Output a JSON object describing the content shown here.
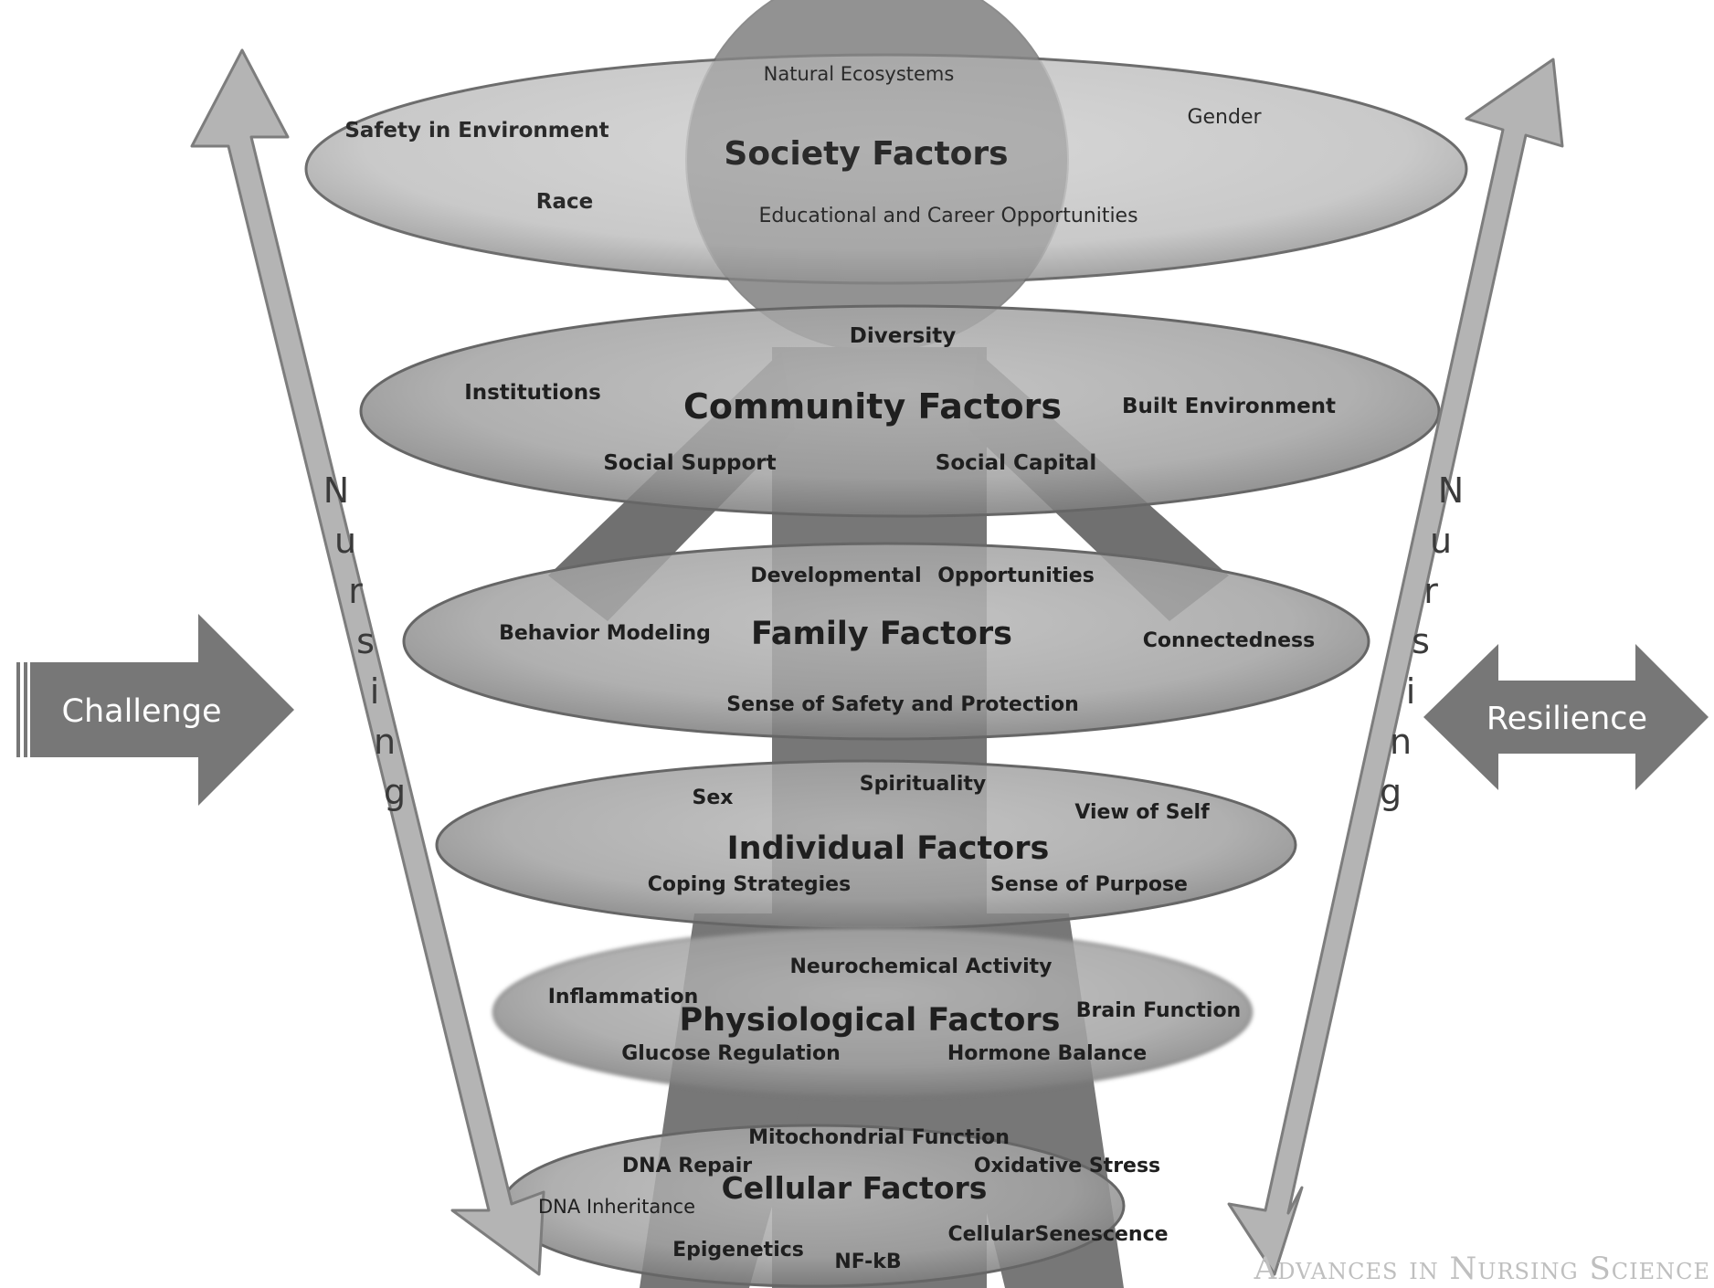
{
  "society": {
    "title": "Society Factors",
    "items": [
      "Natural Ecosystems",
      "Safety in Environment",
      "Gender",
      "Race",
      "Educational and Career Opportunities"
    ]
  },
  "community": {
    "title": "Community Factors",
    "items": [
      "Diversity",
      "Institutions",
      "Built Environment",
      "Social Support",
      "Social Capital"
    ]
  },
  "family": {
    "title": "Family Factors",
    "items": [
      "Developmental",
      "Opportunities",
      "Behavior Modeling",
      "Connectedness",
      "Sense of  Safety and Protection"
    ]
  },
  "individual": {
    "title": "Individual Factors",
    "items": [
      "Sex",
      "Spirituality",
      "View of Self",
      "Coping Strategies",
      "Sense of Purpose"
    ]
  },
  "physiological": {
    "title": "Physiological Factors",
    "items": [
      "Neurochemical Activity",
      "Inflammation",
      "Brain Function",
      "Glucose Regulation",
      "Hormone Balance"
    ]
  },
  "cellular": {
    "title": "Cellular Factors",
    "items": [
      "Mitochondrial Function",
      "DNA Repair",
      "Oxidative Stress",
      "DNA Inheritance",
      "Epigenetics",
      "NF-kB",
      "CellularSenescence"
    ]
  },
  "arrows": {
    "challenge": "Challenge",
    "resilience": "Resilience",
    "nursing_letters": [
      "N",
      "u",
      "r",
      "s",
      "i",
      "n",
      "g"
    ]
  },
  "watermark": "Advances in Nursing Science"
}
